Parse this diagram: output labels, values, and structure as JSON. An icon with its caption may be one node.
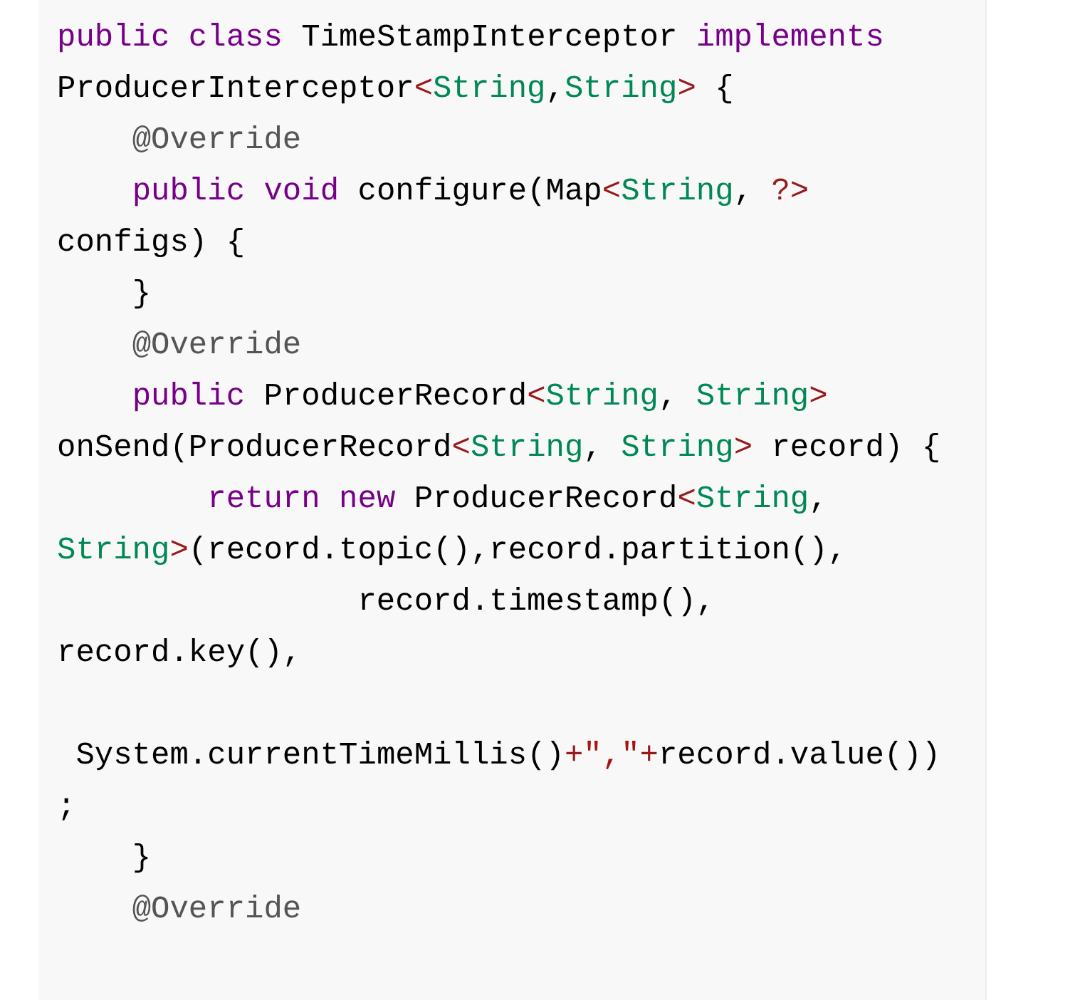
{
  "diagram": {
    "labels": [
      "public class TimeStampInterceptor implements",
      "ProducerInterceptor<String,String> {",
      "    @Override",
      "    public void configure(Map<String, ?>",
      "configs) {",
      "    }",
      "    @Override",
      "    public ProducerRecord<String, String>",
      "onSend(ProducerRecord<String, String> record) {",
      "        return new ProducerRecord<String,",
      "String>(record.topic(),record.partition(),",
      "                record.timestamp(),",
      "record.key(),",
      " System.currentTimeMillis()+\",\"+record.value())",
      ";",
      "    }",
      "    @Override"
    ]
  }
}
